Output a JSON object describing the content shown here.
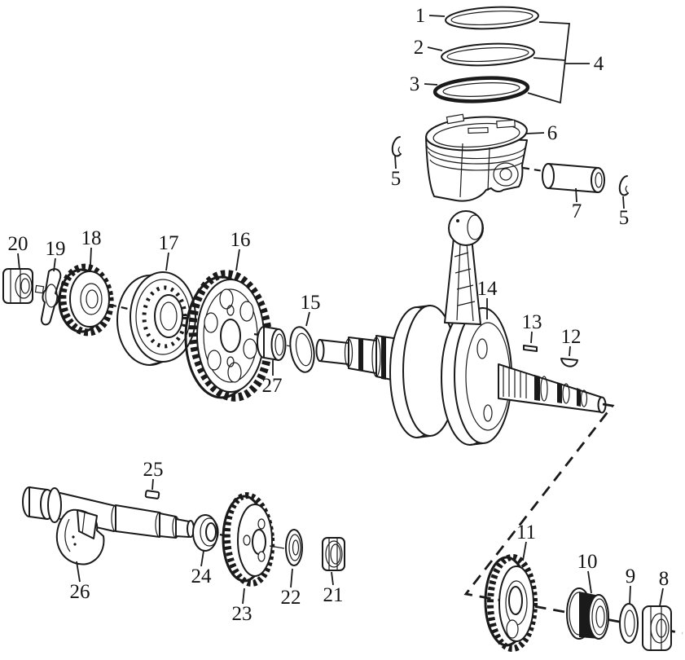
{
  "figure": {
    "kind": "exploded-parts-diagram",
    "subject": "crankshaft-piston-balancer-assembly",
    "background_color": "#ffffff",
    "line_color": "#1a1a1a",
    "label_color": "#141414"
  },
  "callouts": {
    "n1": "1",
    "n2": "2",
    "n3": "3",
    "n4": "4",
    "n5a": "5",
    "n5b": "5",
    "n6": "6",
    "n7": "7",
    "n8": "8",
    "n9": "9",
    "n10": "10",
    "n11": "11",
    "n12": "12",
    "n13": "13",
    "n14": "14",
    "n15": "15",
    "n16": "16",
    "n17": "17",
    "n18": "18",
    "n19": "19",
    "n20": "20",
    "n21": "21",
    "n22": "22",
    "n23": "23",
    "n24": "24",
    "n25": "25",
    "n26": "26",
    "n27": "27"
  }
}
